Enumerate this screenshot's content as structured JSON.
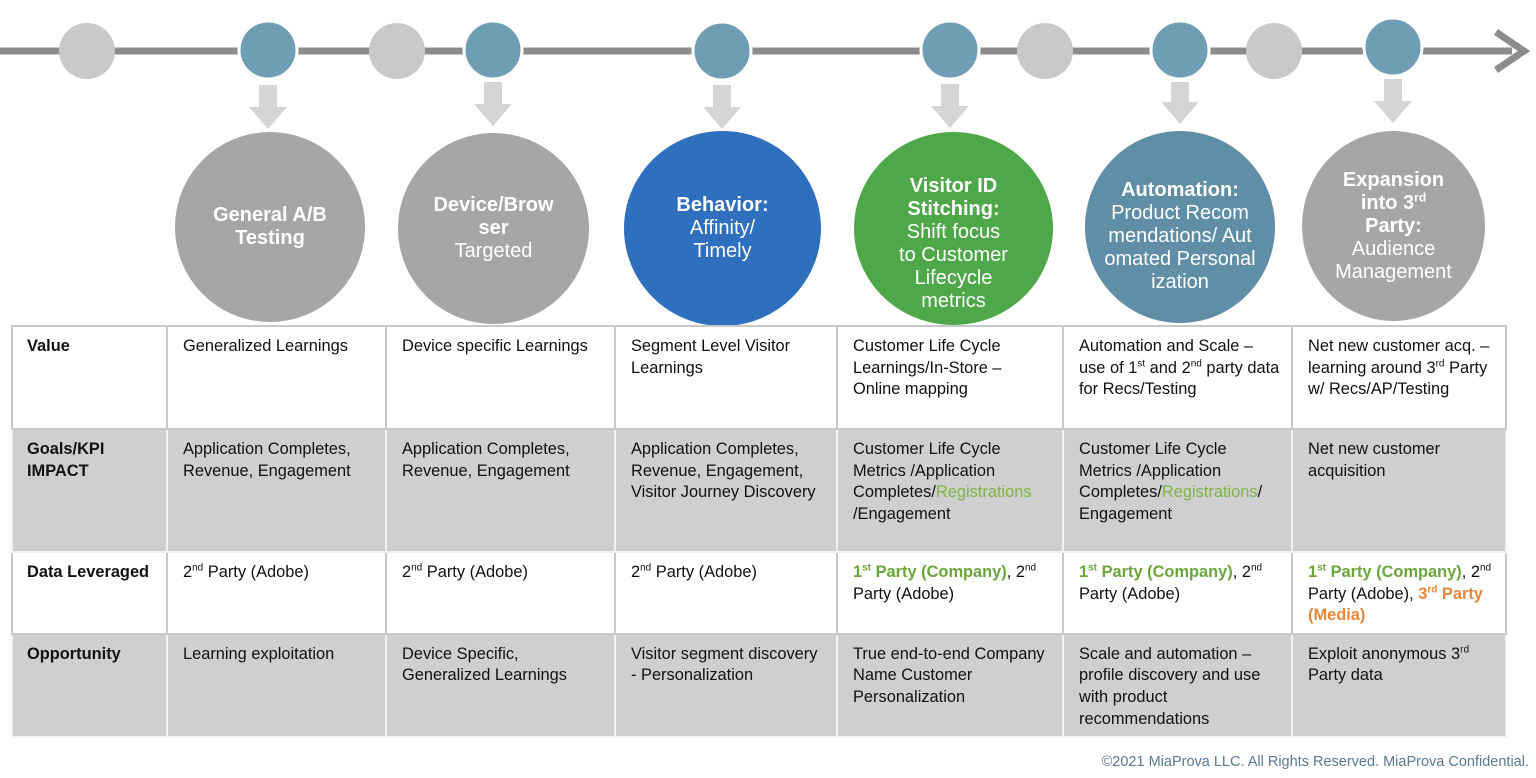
{
  "stages": [
    {
      "title": "General A/B Testing",
      "subtitle": "",
      "color": "#a6a6a6"
    },
    {
      "title": "Device/Browser",
      "subtitle": "Targeted",
      "color": "#a6a6a6"
    },
    {
      "title": "Behavior:",
      "subtitle": "Affinity/ Timely",
      "color": "#2e6fbe"
    },
    {
      "title": "Visitor ID Stitching:",
      "subtitle": "Shift focus to Customer Lifecycle metrics",
      "color": "#4ea84a"
    },
    {
      "title": "Automation:",
      "subtitle": "Product Recommendations/ Automated Personalization",
      "color": "#5f8ea6"
    },
    {
      "title_pre": "Expansion into 3",
      "title_sup": "rd",
      "title_post": " Party:",
      "subtitle": "Audience Management",
      "color": "#a6a6a6"
    }
  ],
  "rows": {
    "value": {
      "label": "Value",
      "c1": "Generalized Learnings",
      "c2": "Device specific Learnings",
      "c3": "Segment Level Visitor Learnings",
      "c4": "Customer Life Cycle Learnings/In-Store – Online mapping",
      "c5_a": "Automation and Scale – use of 1",
      "c5_sup1": "st",
      "c5_b": " and 2",
      "c5_sup2": "nd",
      "c5_c": " party data for Recs/Testing",
      "c6_a": "Net new customer acq. – learning around 3",
      "c6_sup": "rd",
      "c6_b": " Party w/ Recs/AP/Testing"
    },
    "goals": {
      "label": "Goals/KPI IMPACT",
      "c1": "Application Completes, Revenue, Engagement",
      "c2": "Application Completes, Revenue, Engagement",
      "c3": "Application Completes, Revenue, Engagement, Visitor Journey Discovery",
      "c4_a": "Customer Life Cycle Metrics /Application Completes/",
      "c4_green": "Registrations",
      "c4_b": " /Engagement",
      "c5_a": "Customer Life Cycle Metrics /Application Completes/",
      "c5_green": "Registrations",
      "c5_b": "/ Engagement",
      "c6": "Net new customer acquisition"
    },
    "data": {
      "label": "Data Leveraged",
      "second_prefix": "2",
      "second_sup": "nd",
      "second_suffix": " Party (Adobe)",
      "first_prefix": "1",
      "first_sup": "st",
      "first_suffix": " Party (Company)",
      "third_prefix": "3",
      "third_sup": "rd",
      "third_suffix": " Party (Media)"
    },
    "opportunity": {
      "label": "Opportunity",
      "c1": "Learning exploitation",
      "c2": "Device Specific, Generalized Learnings",
      "c3": "Visitor segment discovery - Personalization",
      "c4": "True end-to-end Company Name Customer Personalization",
      "c5": "Scale and automation – profile discovery and use with product recommendations",
      "c6_a": "Exploit anonymous 3",
      "c6_sup": "rd",
      "c6_b": " Party data"
    }
  },
  "footer": "©2021 MiaProva LLC. All Rights Reserved. MiaProva Confidential.",
  "colors": {
    "line": "#8c8c8c",
    "node_gray": "#c9c9c9",
    "node_blue": "#6f9db3",
    "arrow": "#d5d5d5",
    "green_text": "#7cb443",
    "orange_text": "#e8873a"
  }
}
